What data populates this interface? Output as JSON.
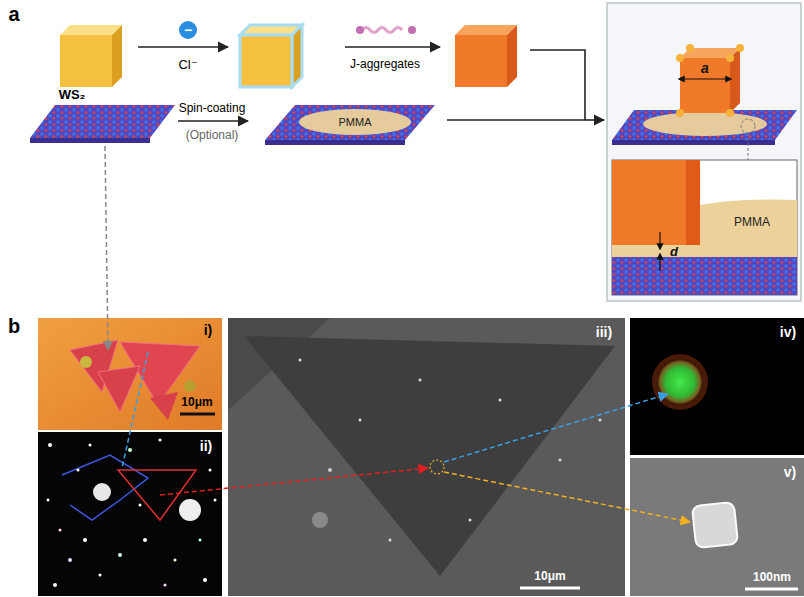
{
  "diagram": {
    "labels": [
      "a",
      "−",
      "Cl⁻",
      "J-aggregates",
      "WS₂",
      "Spin-coating",
      "(Optional)",
      "PMMA",
      "a",
      "PMMA",
      "d",
      "b",
      "i)",
      "10μm",
      "ii)",
      "iii)",
      "10μm",
      "iv)",
      "v)",
      "100nm"
    ]
  }
}
